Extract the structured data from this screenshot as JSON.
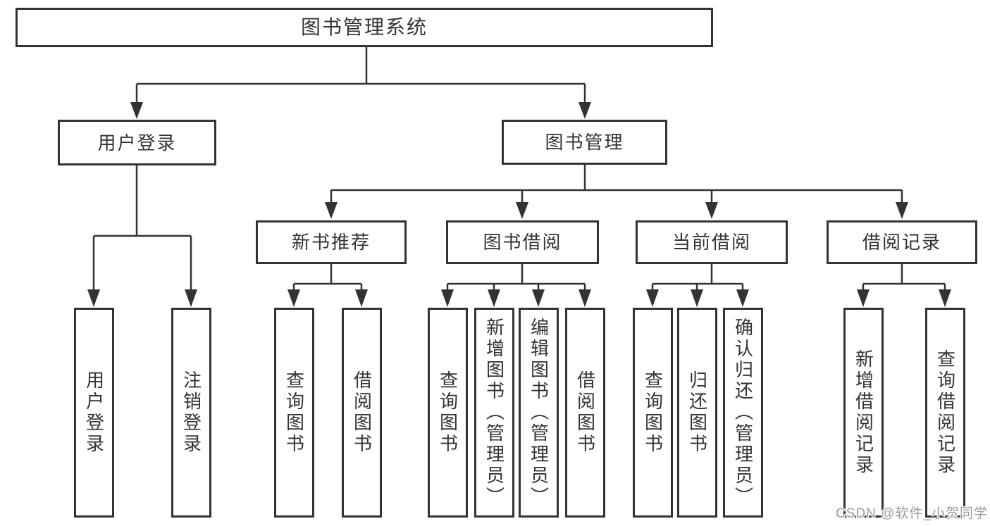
{
  "root": {
    "label": "图书管理系统"
  },
  "level2": [
    {
      "label": "用户登录"
    },
    {
      "label": "图书管理"
    }
  ],
  "level3": [
    {
      "label": "新书推荐"
    },
    {
      "label": "图书借阅"
    },
    {
      "label": "当前借阅"
    },
    {
      "label": "借阅记录"
    }
  ],
  "leaves": {
    "user_login": [
      "用户登录",
      "注销登录"
    ],
    "new_book_recommend": [
      "查询图书",
      "借阅图书"
    ],
    "book_borrowing": [
      "查询图书",
      "新增图书（管理员）",
      "编辑图书（管理员）",
      "借阅图书"
    ],
    "current_borrowing": [
      "查询图书",
      "归还图书",
      "确认归还（管理员）"
    ],
    "borrowing_records": [
      "新增借阅记录",
      "查询借阅记录"
    ]
  },
  "watermark": "CSDN @软件_小贺同学",
  "colors": {
    "line": "#333333",
    "box_border": "#333333",
    "box_background": "#ffffff",
    "label_text": "#333333",
    "watermark_text": "#9a9aa2",
    "page_background": "#ffffff"
  }
}
